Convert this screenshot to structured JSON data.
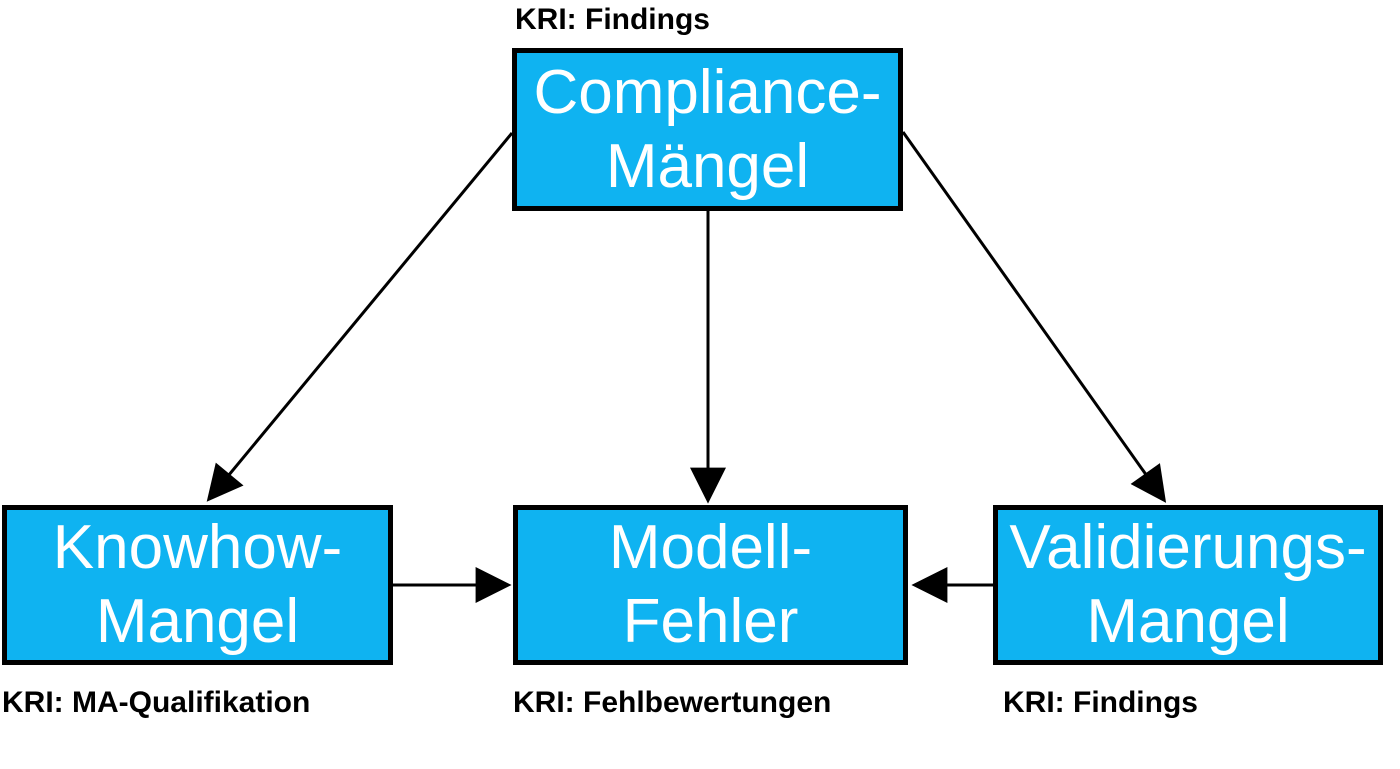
{
  "diagram": {
    "title": "",
    "nodes": [
      {
        "id": "compliance",
        "lines": [
          "Compliance-",
          "Mängel"
        ],
        "kri": "KRI: Findings",
        "kri_position": "above"
      },
      {
        "id": "knowhow",
        "lines": [
          "Knowhow-",
          "Mangel"
        ],
        "kri": "KRI: MA-Qualifikation",
        "kri_position": "below"
      },
      {
        "id": "modell",
        "lines": [
          "Modell-",
          "Fehler"
        ],
        "kri": "KRI: Fehlbewertungen",
        "kri_position": "below"
      },
      {
        "id": "validierung",
        "lines": [
          "Validierungs-",
          "Mangel"
        ],
        "kri": "KRI: Findings",
        "kri_position": "below"
      }
    ],
    "edges": [
      {
        "from": "compliance",
        "to": "knowhow"
      },
      {
        "from": "compliance",
        "to": "modell"
      },
      {
        "from": "compliance",
        "to": "validierung"
      },
      {
        "from": "knowhow",
        "to": "modell"
      },
      {
        "from": "validierung",
        "to": "modell"
      }
    ],
    "colors": {
      "node_fill": "#0fb3f1",
      "node_border": "#000000",
      "node_text": "#ffffff",
      "label_text": "#000000",
      "arrow": "#000000",
      "background": "#ffffff"
    }
  }
}
